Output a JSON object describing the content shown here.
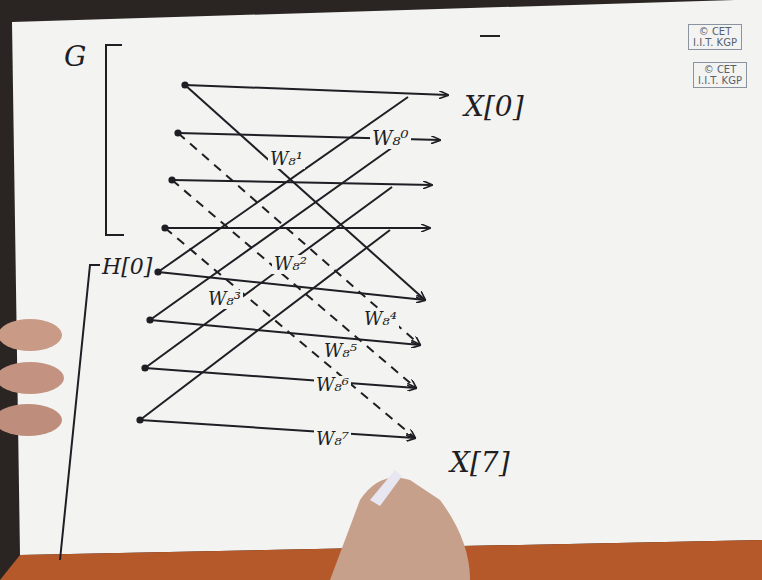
{
  "diagram": {
    "labels": [
      "© CET I.I.T. KGP",
      "© CET I.I.T. KGP",
      "G",
      "H[0]",
      "X[0]",
      "X[7]",
      "W₈⁰",
      "W₈¹",
      "W₈²",
      "W₈³",
      "W₈⁴",
      "W₈⁵",
      "W₈⁶",
      "W₈⁷"
    ]
  }
}
